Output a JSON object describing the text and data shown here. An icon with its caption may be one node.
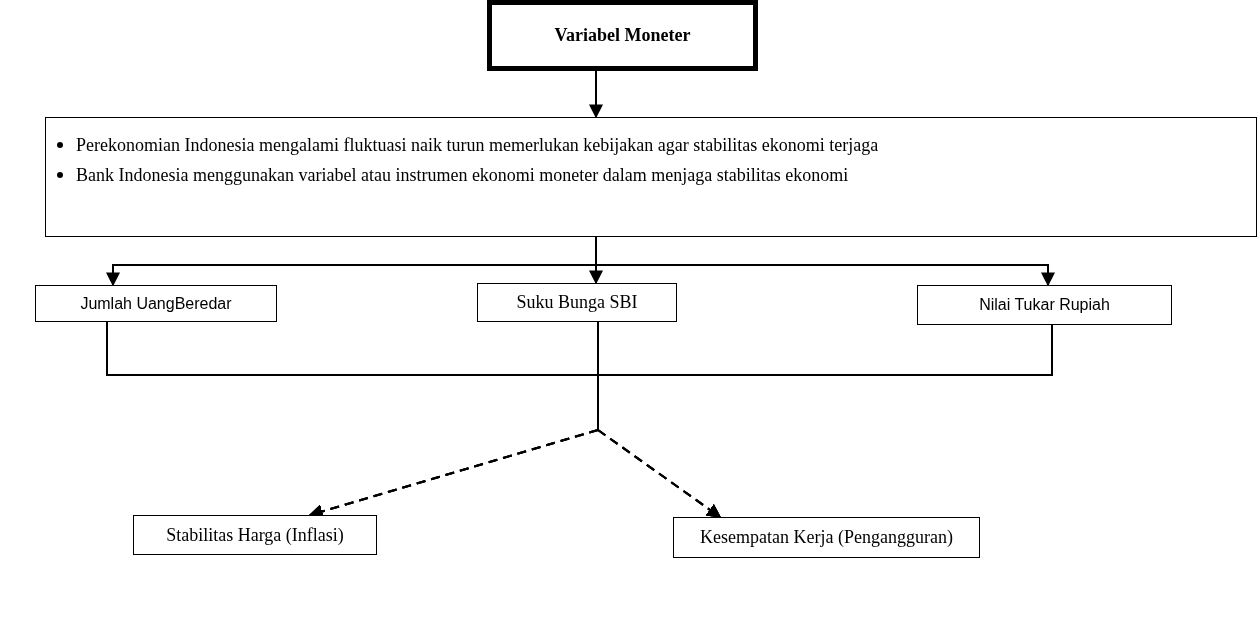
{
  "diagram": {
    "nodes": [
      {
        "text": [
          "Variabel Moneter"
        ]
      },
      {
        "text": [
          "Perekonomian Indonesia mengalami fluktuasi naik turun memerlukan kebijakan agar stabilitas ekonomi terjaga",
          "Bank Indonesia menggunakan variabel atau instrumen ekonomi moneter dalam menjaga stabilitas ekonomi"
        ]
      },
      {
        "text": [
          "Jumlah UangBeredar"
        ]
      },
      {
        "text": [
          "Suku Bunga SBI"
        ]
      },
      {
        "text": [
          "Nilai Tukar Rupiah"
        ]
      },
      {
        "text": [
          "Stabilitas Harga (Inflasi)"
        ]
      },
      {
        "text": [
          "Kesempatan Kerja (Pengangguran)"
        ]
      }
    ],
    "edges": [
      {
        "from": 0,
        "to": 1,
        "arrow": "to"
      },
      {
        "from": 1,
        "to": 2,
        "arrow": "to"
      },
      {
        "from": 1,
        "to": 3,
        "arrow": "to"
      },
      {
        "from": 1,
        "to": 4,
        "arrow": "to"
      },
      {
        "from": 2,
        "to": 5,
        "arrow": "to",
        "style": "dashed"
      },
      {
        "from": 3,
        "to": 5,
        "arrow": "to",
        "style": "dashed"
      },
      {
        "from": 4,
        "to": 5,
        "arrow": "to",
        "style": "dashed"
      },
      {
        "from": 2,
        "to": 6,
        "arrow": "to",
        "style": "dashed"
      },
      {
        "from": 3,
        "to": 6,
        "arrow": "to",
        "style": "dashed"
      },
      {
        "from": 4,
        "to": 6,
        "arrow": "to",
        "style": "dashed"
      }
    ]
  }
}
